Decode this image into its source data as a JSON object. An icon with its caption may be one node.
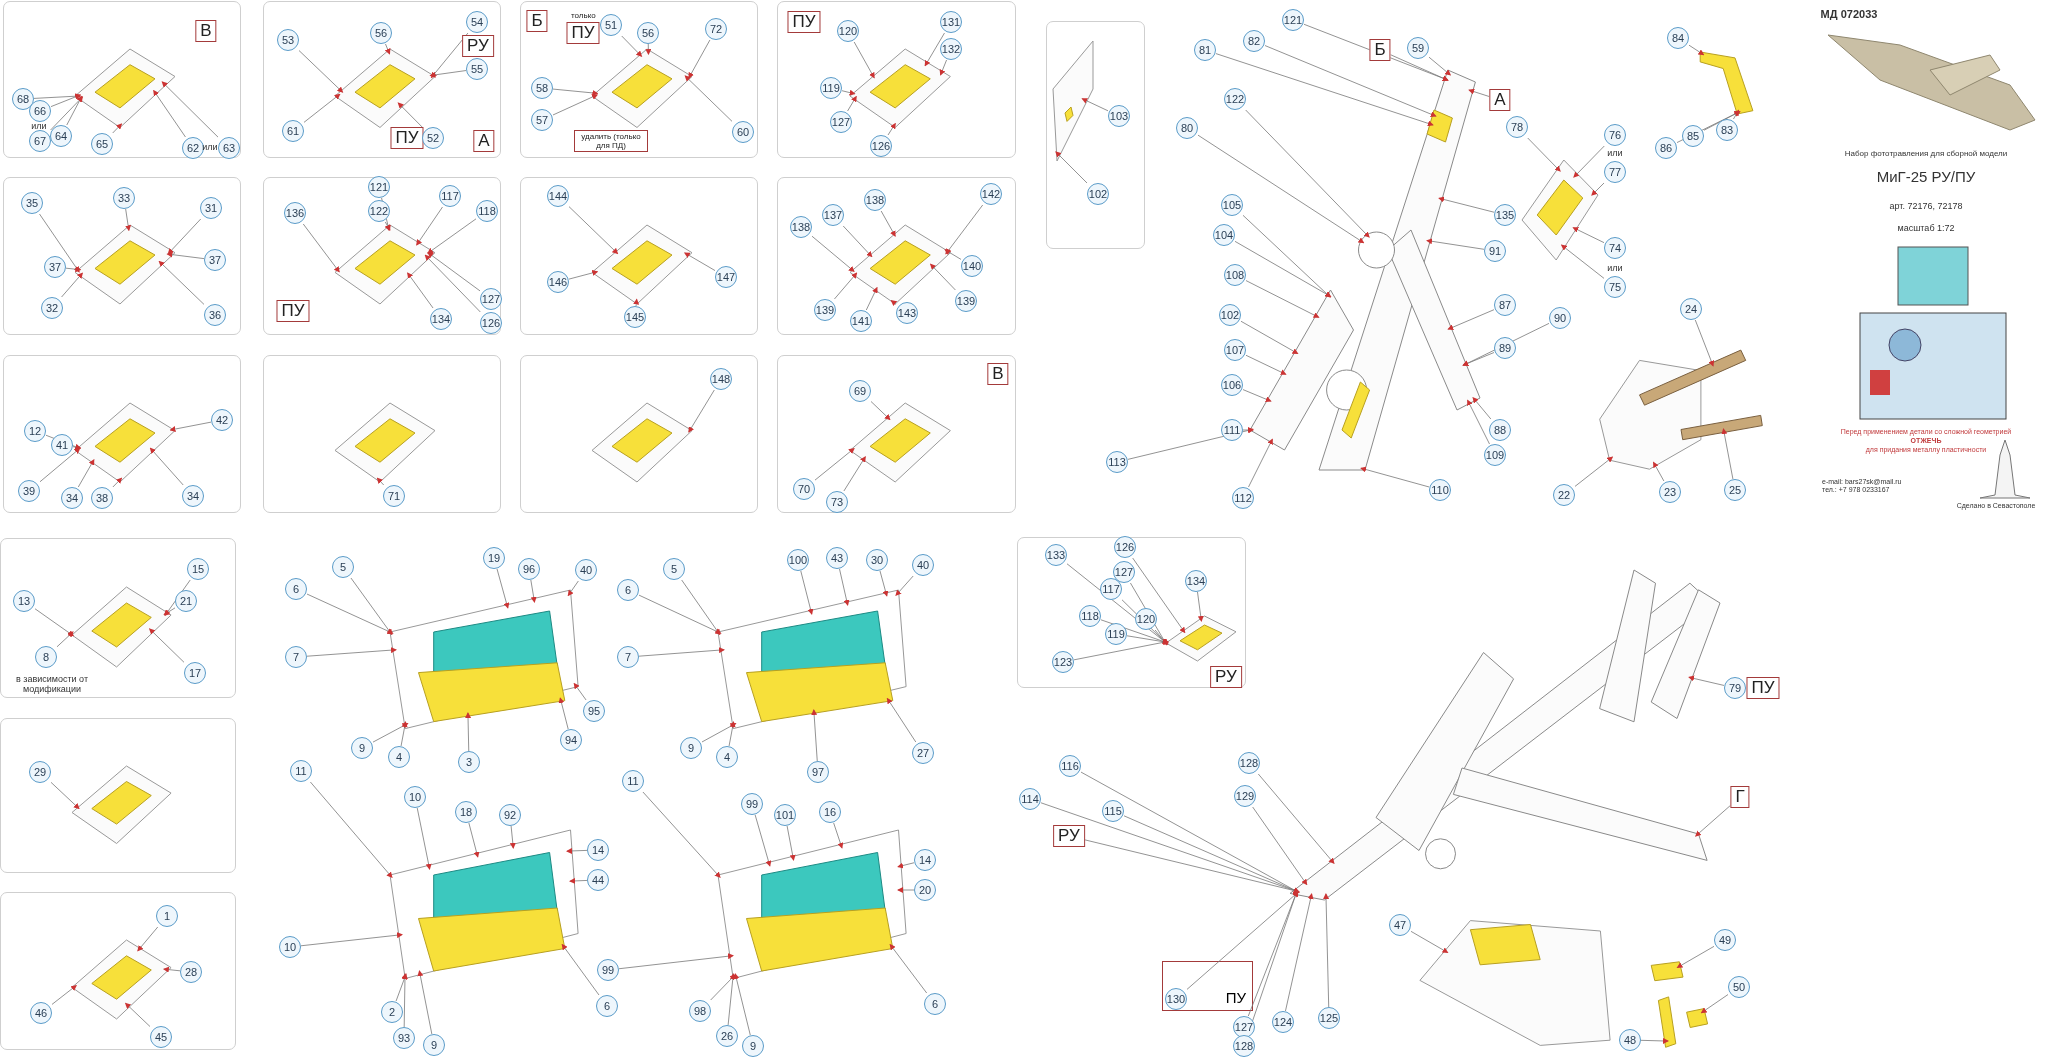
{
  "diagram": {
    "title": "МиГ-25 РУ/ПУ",
    "nodes": [
      {
        "text": [],
        "shape": "box"
      },
      {
        "text": [
          "В"
        ],
        "in": 0
      },
      {
        "text": [
          "68"
        ],
        "in": 0
      },
      {
        "text": [
          "66"
        ],
        "in": 0
      },
      {
        "text": [
          "67"
        ],
        "in": 0
      },
      {
        "text": [
          "64"
        ],
        "in": 0
      },
      {
        "text": [
          "65"
        ],
        "in": 0
      },
      {
        "text": [
          "62"
        ],
        "in": 0
      },
      {
        "text": [
          "63"
        ],
        "in": 0
      },
      {
        "text": [],
        "shape": "box"
      },
      {
        "text": [
          "53"
        ],
        "in": 9
      },
      {
        "text": [
          "56"
        ],
        "in": 9
      },
      {
        "text": [
          "54"
        ],
        "in": 9
      },
      {
        "text": [
          "РУ"
        ],
        "in": 9
      },
      {
        "text": [
          "55"
        ],
        "in": 9
      },
      {
        "text": [
          "61"
        ],
        "in": 9
      },
      {
        "text": [
          "ПУ"
        ],
        "in": 9
      },
      {
        "text": [
          "52"
        ],
        "in": 9
      },
      {
        "text": [
          "А"
        ],
        "in": 9
      },
      {
        "text": [],
        "shape": "box"
      },
      {
        "text": [
          "Б"
        ],
        "in": 19
      },
      {
        "text": [
          "ПУ"
        ],
        "beside": [
          "только"
        ],
        "in": 19
      },
      {
        "text": [
          "51"
        ],
        "in": 19
      },
      {
        "text": [
          "56"
        ],
        "in": 19
      },
      {
        "text": [
          "72"
        ],
        "in": 19
      },
      {
        "text": [
          "58"
        ],
        "in": 19
      },
      {
        "text": [
          "57"
        ],
        "in": 19
      },
      {
        "text": [
          "удалить (только для ПД)"
        ],
        "in": 19
      },
      {
        "text": [
          "60"
        ],
        "in": 19
      },
      {
        "text": [],
        "shape": "box"
      },
      {
        "text": [
          "ПУ"
        ],
        "in": 29
      },
      {
        "text": [
          "120"
        ],
        "in": 29
      },
      {
        "text": [
          "131"
        ],
        "in": 29
      },
      {
        "text": [
          "132"
        ],
        "in": 29
      },
      {
        "text": [
          "119"
        ],
        "in": 29
      },
      {
        "text": [
          "127"
        ],
        "in": 29
      },
      {
        "text": [
          "126"
        ],
        "in": 29
      },
      {
        "text": [],
        "shape": "box"
      },
      {
        "text": [
          "35"
        ],
        "in": 37
      },
      {
        "text": [
          "33"
        ],
        "in": 37
      },
      {
        "text": [
          "31"
        ],
        "in": 37
      },
      {
        "text": [
          "37"
        ],
        "in": 37
      },
      {
        "text": [
          "37"
        ],
        "in": 37
      },
      {
        "text": [
          "32"
        ],
        "in": 37
      },
      {
        "text": [
          "36"
        ],
        "in": 37
      },
      {
        "text": [],
        "shape": "box"
      },
      {
        "text": [
          "136"
        ],
        "in": 45
      },
      {
        "text": [
          "121"
        ],
        "in": 45
      },
      {
        "text": [
          "122"
        ],
        "in": 45
      },
      {
        "text": [
          "117"
        ],
        "in": 45
      },
      {
        "text": [
          "118"
        ],
        "in": 45
      },
      {
        "text": [
          "ПУ"
        ],
        "in": 45
      },
      {
        "text": [
          "134"
        ],
        "in": 45
      },
      {
        "text": [
          "127"
        ],
        "in": 45
      },
      {
        "text": [
          "126"
        ],
        "in": 45
      },
      {
        "text": [],
        "shape": "box"
      },
      {
        "text": [
          "144"
        ],
        "in": 55
      },
      {
        "text": [
          "146"
        ],
        "in": 55
      },
      {
        "text": [
          "145"
        ],
        "in": 55
      },
      {
        "text": [
          "147"
        ],
        "in": 55
      },
      {
        "text": [],
        "shape": "box"
      },
      {
        "text": [
          "138"
        ],
        "in": 60
      },
      {
        "text": [
          "137"
        ],
        "in": 60
      },
      {
        "text": [
          "138"
        ],
        "in": 60
      },
      {
        "text": [
          "142"
        ],
        "in": 60
      },
      {
        "text": [
          "140"
        ],
        "in": 60
      },
      {
        "text": [
          "139"
        ],
        "in": 60
      },
      {
        "text": [
          "139"
        ],
        "in": 60
      },
      {
        "text": [
          "141"
        ],
        "in": 60
      },
      {
        "text": [
          "143"
        ],
        "in": 60
      },
      {
        "text": [],
        "shape": "box"
      },
      {
        "text": [
          "12"
        ],
        "in": 70
      },
      {
        "text": [
          "41"
        ],
        "in": 70
      },
      {
        "text": [
          "42"
        ],
        "in": 70
      },
      {
        "text": [
          "39"
        ],
        "in": 70
      },
      {
        "text": [
          "34"
        ],
        "in": 70
      },
      {
        "text": [
          "38"
        ],
        "in": 70
      },
      {
        "text": [
          "34"
        ],
        "in": 70
      },
      {
        "text": [],
        "shape": "box"
      },
      {
        "text": [
          "71"
        ],
        "in": 78
      },
      {
        "text": [],
        "shape": "box"
      },
      {
        "text": [
          "148"
        ],
        "in": 80
      },
      {
        "text": [],
        "shape": "box"
      },
      {
        "text": [
          "В"
        ],
        "in": 82
      },
      {
        "text": [
          "69"
        ],
        "in": 82
      },
      {
        "text": [
          "70"
        ],
        "in": 82
      },
      {
        "text": [
          "73"
        ],
        "in": 82
      },
      {
        "text": [],
        "shape": "box"
      },
      {
        "text": [
          "103"
        ],
        "in": 87
      },
      {
        "text": [
          "102"
        ],
        "in": 87
      },
      {
        "text": [
          "81"
        ]
      },
      {
        "text": [
          "82"
        ]
      },
      {
        "text": [
          "80"
        ]
      },
      {
        "text": [
          "121"
        ]
      },
      {
        "text": [
          "122"
        ]
      },
      {
        "text": [
          "59"
        ]
      },
      {
        "text": [
          "Б"
        ]
      },
      {
        "text": [
          "А"
        ]
      },
      {
        "text": [
          "78"
        ]
      },
      {
        "text": [
          "76"
        ]
      },
      {
        "text": [
          "77"
        ]
      },
      {
        "text": [
          "84"
        ]
      },
      {
        "text": [
          "83"
        ]
      },
      {
        "text": [
          "85"
        ]
      },
      {
        "text": [
          "86"
        ]
      },
      {
        "text": [
          "135"
        ]
      },
      {
        "text": [
          "74"
        ]
      },
      {
        "text": [
          "75"
        ]
      },
      {
        "text": [
          "91"
        ]
      },
      {
        "text": [
          "105"
        ]
      },
      {
        "text": [
          "104"
        ]
      },
      {
        "text": [
          "108"
        ]
      },
      {
        "text": [
          "102"
        ]
      },
      {
        "text": [
          "107"
        ]
      },
      {
        "text": [
          "106"
        ]
      },
      {
        "text": [
          "87"
        ]
      },
      {
        "text": [
          "90"
        ]
      },
      {
        "text": [
          "89"
        ]
      },
      {
        "text": [
          "88"
        ]
      },
      {
        "text": [
          "110"
        ]
      },
      {
        "text": [
          "109"
        ]
      },
      {
        "text": [
          "111"
        ]
      },
      {
        "text": [
          "113"
        ]
      },
      {
        "text": [
          "112"
        ]
      },
      {
        "text": [
          "24"
        ]
      },
      {
        "text": [
          "23"
        ]
      },
      {
        "text": [
          "25"
        ]
      },
      {
        "text": [
          "22"
        ]
      },
      {
        "text": [],
        "shape": "box"
      },
      {
        "text": [
          "13"
        ],
        "in": 128
      },
      {
        "text": [
          "15"
        ],
        "in": 128
      },
      {
        "text": [
          "21"
        ],
        "in": 128
      },
      {
        "text": [
          "8"
        ],
        "in": 128
      },
      {
        "text": [
          "17"
        ],
        "in": 128
      },
      {
        "text": [],
        "shape": "box"
      },
      {
        "text": [
          "29"
        ],
        "in": 134
      },
      {
        "text": [],
        "shape": "box"
      },
      {
        "text": [
          "1"
        ],
        "in": 136
      },
      {
        "text": [
          "28"
        ],
        "in": 136
      },
      {
        "text": [
          "46"
        ],
        "in": 136
      },
      {
        "text": [
          "45"
        ],
        "in": 136
      },
      {
        "text": [
          "5"
        ]
      },
      {
        "text": [
          "6"
        ]
      },
      {
        "text": [
          "7"
        ]
      },
      {
        "text": [
          "9"
        ]
      },
      {
        "text": [
          "4"
        ]
      },
      {
        "text": [
          "3"
        ]
      },
      {
        "text": [
          "19"
        ]
      },
      {
        "text": [
          "96"
        ]
      },
      {
        "text": [
          "40"
        ]
      },
      {
        "text": [
          "95"
        ]
      },
      {
        "text": [
          "94"
        ]
      },
      {
        "text": [
          "5"
        ]
      },
      {
        "text": [
          "6"
        ]
      },
      {
        "text": [
          "7"
        ]
      },
      {
        "text": [
          "9"
        ]
      },
      {
        "text": [
          "4"
        ]
      },
      {
        "text": [
          "97"
        ]
      },
      {
        "text": [
          "100"
        ]
      },
      {
        "text": [
          "43"
        ]
      },
      {
        "text": [
          "30"
        ]
      },
      {
        "text": [
          "40"
        ]
      },
      {
        "text": [
          "27"
        ]
      },
      {
        "text": [
          "11"
        ]
      },
      {
        "text": [
          "10"
        ]
      },
      {
        "text": [
          "10"
        ]
      },
      {
        "text": [
          "18"
        ]
      },
      {
        "text": [
          "92"
        ]
      },
      {
        "text": [
          "14"
        ]
      },
      {
        "text": [
          "44"
        ]
      },
      {
        "text": [
          "2"
        ]
      },
      {
        "text": [
          "93"
        ]
      },
      {
        "text": [
          "9"
        ]
      },
      {
        "text": [
          "6"
        ]
      },
      {
        "text": [
          "11"
        ]
      },
      {
        "text": [
          "99"
        ]
      },
      {
        "text": [
          "101"
        ]
      },
      {
        "text": [
          "16"
        ]
      },
      {
        "text": [
          "14"
        ]
      },
      {
        "text": [
          "20"
        ]
      },
      {
        "text": [
          "99"
        ]
      },
      {
        "text": [
          "98"
        ]
      },
      {
        "text": [
          "26"
        ]
      },
      {
        "text": [
          "9"
        ]
      },
      {
        "text": [
          "6"
        ]
      },
      {
        "text": [],
        "shape": "box"
      },
      {
        "text": [
          "133"
        ],
        "in": 185
      },
      {
        "text": [
          "126"
        ],
        "in": 185
      },
      {
        "text": [
          "127"
        ],
        "in": 185
      },
      {
        "text": [
          "117"
        ],
        "in": 185
      },
      {
        "text": [
          "134"
        ],
        "in": 185
      },
      {
        "text": [
          "120"
        ],
        "in": 185
      },
      {
        "text": [
          "118"
        ],
        "in": 185
      },
      {
        "text": [
          "119"
        ],
        "in": 185
      },
      {
        "text": [
          "123"
        ],
        "in": 185
      },
      {
        "text": [
          "РУ"
        ],
        "in": 185
      },
      {
        "text": [
          "79"
        ]
      },
      {
        "text": [
          "ПУ"
        ]
      },
      {
        "text": [
          "Г"
        ]
      },
      {
        "text": [
          "128"
        ]
      },
      {
        "text": [
          "129"
        ]
      },
      {
        "text": [
          "116"
        ]
      },
      {
        "text": [
          "114"
        ]
      },
      {
        "text": [
          "115"
        ]
      },
      {
        "text": [
          "РУ"
        ]
      },
      {
        "text": [
          "ПУ"
        ]
      },
      {
        "text": [
          "130"
        ],
        "in": 205
      },
      {
        "text": [
          "127"
        ]
      },
      {
        "text": [
          "128"
        ]
      },
      {
        "text": [
          "124"
        ]
      },
      {
        "text": [
          "125"
        ]
      },
      {
        "text": [
          "47"
        ]
      },
      {
        "text": [
          "49"
        ]
      },
      {
        "text": [
          "50"
        ]
      },
      {
        "text": [
          "48"
        ]
      },
      {
        "text": [],
        "shape": "picture",
        "in": 0
      },
      {
        "text": [],
        "shape": "picture",
        "in": 9
      },
      {
        "text": [],
        "shape": "picture",
        "in": 19
      },
      {
        "text": [],
        "shape": "picture",
        "in": 29
      },
      {
        "text": [],
        "shape": "picture",
        "in": 37
      },
      {
        "text": [],
        "shape": "picture",
        "in": 45
      },
      {
        "text": [],
        "shape": "picture",
        "in": 55
      },
      {
        "text": [],
        "shape": "picture",
        "in": 60
      },
      {
        "text": [],
        "shape": "picture",
        "in": 70
      },
      {
        "text": [],
        "shape": "picture",
        "in": 78
      },
      {
        "text": [],
        "shape": "picture",
        "in": 80
      },
      {
        "text": [],
        "shape": "picture",
        "in": 82
      },
      {
        "text": [],
        "shape": "picture",
        "in": 87
      },
      {
        "text": [],
        "shape": "picture"
      },
      {
        "text": [],
        "shape": "picture"
      },
      {
        "text": [],
        "shape": "picture"
      },
      {
        "text": [],
        "shape": "picture"
      },
      {
        "text": [],
        "shape": "picture",
        "in": 128
      },
      {
        "text": [],
        "shape": "picture",
        "in": 134
      },
      {
        "text": [],
        "shape": "picture",
        "in": 136
      },
      {
        "text": [],
        "shape": "picture"
      },
      {
        "text": [],
        "shape": "picture"
      },
      {
        "text": [],
        "shape": "picture"
      },
      {
        "text": [],
        "shape": "picture"
      },
      {
        "text": [],
        "shape": "picture",
        "in": 185
      },
      {
        "text": [],
        "shape": "picture"
      },
      {
        "text": [],
        "shape": "picture"
      },
      {
        "text": [],
        "shape": "picture"
      }
    ],
    "edges": [
      {
        "from": 2,
        "to": 215,
        "arrow": "to"
      },
      {
        "from": 3,
        "to": 215,
        "arrow": "to"
      },
      {
        "from": 4,
        "to": 215,
        "arrow": "to"
      },
      {
        "from": 5,
        "to": 215,
        "arrow": "to"
      },
      {
        "from": 6,
        "to": 215,
        "arrow": "to"
      },
      {
        "from": 7,
        "to": 215,
        "arrow": "to"
      },
      {
        "from": 8,
        "to": 215,
        "arrow": "to"
      },
      {
        "from": 10,
        "to": 216,
        "arrow": "to"
      },
      {
        "from": 11,
        "to": 216,
        "arrow": "to"
      },
      {
        "from": 12,
        "to": 216,
        "arrow": "to"
      },
      {
        "from": 14,
        "to": 216,
        "arrow": "to"
      },
      {
        "from": 15,
        "to": 216,
        "arrow": "to"
      },
      {
        "from": 17,
        "to": 216,
        "arrow": "to"
      },
      {
        "from": 22,
        "to": 217,
        "arrow": "to"
      },
      {
        "from": 23,
        "to": 217,
        "arrow": "to"
      },
      {
        "from": 24,
        "to": 217,
        "arrow": "to"
      },
      {
        "from": 25,
        "to": 217,
        "arrow": "to"
      },
      {
        "from": 26,
        "to": 217,
        "arrow": "to"
      },
      {
        "from": 28,
        "to": 217,
        "arrow": "to"
      },
      {
        "from": 31,
        "to": 218,
        "arrow": "to"
      },
      {
        "from": 32,
        "to": 218,
        "arrow": "to"
      },
      {
        "from": 33,
        "to": 218,
        "arrow": "to"
      },
      {
        "from": 34,
        "to": 218,
        "arrow": "to"
      },
      {
        "from": 35,
        "to": 218,
        "arrow": "to"
      },
      {
        "from": 36,
        "to": 218,
        "arrow": "to"
      },
      {
        "from": 38,
        "to": 219,
        "arrow": "to"
      },
      {
        "from": 39,
        "to": 219,
        "arrow": "to"
      },
      {
        "from": 40,
        "to": 219,
        "arrow": "to"
      },
      {
        "from": 41,
        "to": 219,
        "arrow": "to"
      },
      {
        "from": 42,
        "to": 219,
        "arrow": "to"
      },
      {
        "from": 43,
        "to": 219,
        "arrow": "to"
      },
      {
        "from": 44,
        "to": 219,
        "arrow": "to"
      },
      {
        "from": 46,
        "to": 220,
        "arrow": "to"
      },
      {
        "from": 47,
        "to": 220,
        "arrow": "to"
      },
      {
        "from": 48,
        "to": 220,
        "arrow": "to"
      },
      {
        "from": 49,
        "to": 220,
        "arrow": "to"
      },
      {
        "from": 50,
        "to": 220,
        "arrow": "to"
      },
      {
        "from": 52,
        "to": 220,
        "arrow": "to"
      },
      {
        "from": 53,
        "to": 220,
        "arrow": "to"
      },
      {
        "from": 54,
        "to": 220,
        "arrow": "to"
      },
      {
        "from": 56,
        "to": 221,
        "arrow": "to"
      },
      {
        "from": 57,
        "to": 221,
        "arrow": "to"
      },
      {
        "from": 58,
        "to": 221,
        "arrow": "to"
      },
      {
        "from": 59,
        "to": 221,
        "arrow": "to"
      },
      {
        "from": 61,
        "to": 222,
        "arrow": "to"
      },
      {
        "from": 62,
        "to": 222,
        "arrow": "to"
      },
      {
        "from": 63,
        "to": 222,
        "arrow": "to"
      },
      {
        "from": 64,
        "to": 222,
        "arrow": "to"
      },
      {
        "from": 65,
        "to": 222,
        "arrow": "to"
      },
      {
        "from": 66,
        "to": 222,
        "arrow": "to"
      },
      {
        "from": 67,
        "to": 222,
        "arrow": "to"
      },
      {
        "from": 68,
        "to": 222,
        "arrow": "to"
      },
      {
        "from": 69,
        "to": 222,
        "arrow": "to"
      },
      {
        "from": 71,
        "to": 223,
        "arrow": "to"
      },
      {
        "from": 72,
        "to": 223,
        "arrow": "to"
      },
      {
        "from": 73,
        "to": 223,
        "arrow": "to"
      },
      {
        "from": 74,
        "to": 223,
        "arrow": "to"
      },
      {
        "from": 75,
        "to": 223,
        "arrow": "to"
      },
      {
        "from": 76,
        "to": 223,
        "arrow": "to"
      },
      {
        "from": 77,
        "to": 223,
        "arrow": "to"
      },
      {
        "from": 79,
        "to": 224,
        "arrow": "to"
      },
      {
        "from": 81,
        "to": 225,
        "arrow": "to"
      },
      {
        "from": 84,
        "to": 226,
        "arrow": "to"
      },
      {
        "from": 85,
        "to": 226,
        "arrow": "to"
      },
      {
        "from": 86,
        "to": 226,
        "arrow": "to"
      },
      {
        "from": 88,
        "to": 227,
        "arrow": "to"
      },
      {
        "from": 89,
        "to": 227,
        "arrow": "to"
      },
      {
        "from": 90,
        "to": 228,
        "arrow": "to"
      },
      {
        "from": 91,
        "to": 228,
        "arrow": "to"
      },
      {
        "from": 92,
        "to": 228,
        "arrow": "to"
      },
      {
        "from": 93,
        "to": 228,
        "arrow": "to"
      },
      {
        "from": 94,
        "to": 228,
        "arrow": "to"
      },
      {
        "from": 95,
        "to": 228,
        "arrow": "to"
      },
      {
        "from": 96,
        "to": 228,
        "arrow": "to"
      },
      {
        "from": 97,
        "to": 228,
        "arrow": "to"
      },
      {
        "from": 98,
        "to": 230,
        "arrow": "to"
      },
      {
        "from": 99,
        "to": 230,
        "arrow": "to"
      },
      {
        "from": 100,
        "to": 230,
        "arrow": "to"
      },
      {
        "from": 101,
        "to": 229,
        "arrow": "to"
      },
      {
        "from": 102,
        "to": 229,
        "arrow": "to"
      },
      {
        "from": 103,
        "to": 229,
        "arrow": "to"
      },
      {
        "from": 104,
        "to": 229,
        "arrow": "to"
      },
      {
        "from": 105,
        "to": 228,
        "arrow": "to"
      },
      {
        "from": 106,
        "to": 230,
        "arrow": "to"
      },
      {
        "from": 107,
        "to": 230,
        "arrow": "to"
      },
      {
        "from": 108,
        "to": 228,
        "arrow": "to"
      },
      {
        "from": 109,
        "to": 228,
        "arrow": "to"
      },
      {
        "from": 110,
        "to": 228,
        "arrow": "to"
      },
      {
        "from": 111,
        "to": 228,
        "arrow": "to"
      },
      {
        "from": 112,
        "to": 228,
        "arrow": "to"
      },
      {
        "from": 113,
        "to": 228,
        "arrow": "to"
      },
      {
        "from": 114,
        "to": 228,
        "arrow": "to"
      },
      {
        "from": 115,
        "to": 228,
        "arrow": "to"
      },
      {
        "from": 116,
        "to": 228,
        "arrow": "to"
      },
      {
        "from": 117,
        "to": 228,
        "arrow": "to"
      },
      {
        "from": 118,
        "to": 228,
        "arrow": "to"
      },
      {
        "from": 119,
        "to": 228,
        "arrow": "to"
      },
      {
        "from": 120,
        "to": 228,
        "arrow": "to"
      },
      {
        "from": 121,
        "to": 228,
        "arrow": "to"
      },
      {
        "from": 122,
        "to": 228,
        "arrow": "to"
      },
      {
        "from": 123,
        "to": 228,
        "arrow": "to"
      },
      {
        "from": 124,
        "to": 231,
        "arrow": "to"
      },
      {
        "from": 125,
        "to": 231,
        "arrow": "to"
      },
      {
        "from": 126,
        "to": 231,
        "arrow": "to"
      },
      {
        "from": 127,
        "to": 231,
        "arrow": "to"
      },
      {
        "from": 129,
        "to": 232,
        "arrow": "to"
      },
      {
        "from": 130,
        "to": 232,
        "arrow": "to"
      },
      {
        "from": 131,
        "to": 232,
        "arrow": "to"
      },
      {
        "from": 132,
        "to": 232,
        "arrow": "to"
      },
      {
        "from": 133,
        "to": 232,
        "arrow": "to"
      },
      {
        "from": 135,
        "to": 233,
        "arrow": "to"
      },
      {
        "from": 137,
        "to": 234,
        "arrow": "to"
      },
      {
        "from": 138,
        "to": 234,
        "arrow": "to"
      },
      {
        "from": 139,
        "to": 234,
        "arrow": "to"
      },
      {
        "from": 140,
        "to": 234,
        "arrow": "to"
      },
      {
        "from": 141,
        "to": 235,
        "arrow": "to"
      },
      {
        "from": 142,
        "to": 235,
        "arrow": "to"
      },
      {
        "from": 143,
        "to": 235,
        "arrow": "to"
      },
      {
        "from": 144,
        "to": 235,
        "arrow": "to"
      },
      {
        "from": 145,
        "to": 235,
        "arrow": "to"
      },
      {
        "from": 146,
        "to": 235,
        "arrow": "to"
      },
      {
        "from": 147,
        "to": 235,
        "arrow": "to"
      },
      {
        "from": 148,
        "to": 235,
        "arrow": "to"
      },
      {
        "from": 149,
        "to": 235,
        "arrow": "to"
      },
      {
        "from": 150,
        "to": 235,
        "arrow": "to"
      },
      {
        "from": 151,
        "to": 235,
        "arrow": "to"
      },
      {
        "from": 152,
        "to": 236,
        "arrow": "to"
      },
      {
        "from": 153,
        "to": 236,
        "arrow": "to"
      },
      {
        "from": 154,
        "to": 236,
        "arrow": "to"
      },
      {
        "from": 155,
        "to": 236,
        "arrow": "to"
      },
      {
        "from": 156,
        "to": 236,
        "arrow": "to"
      },
      {
        "from": 157,
        "to": 236,
        "arrow": "to"
      },
      {
        "from": 158,
        "to": 236,
        "arrow": "to"
      },
      {
        "from": 159,
        "to": 236,
        "arrow": "to"
      },
      {
        "from": 160,
        "to": 236,
        "arrow": "to"
      },
      {
        "from": 161,
        "to": 236,
        "arrow": "to"
      },
      {
        "from": 162,
        "to": 236,
        "arrow": "to"
      },
      {
        "from": 163,
        "to": 237,
        "arrow": "to"
      },
      {
        "from": 164,
        "to": 237,
        "arrow": "to"
      },
      {
        "from": 165,
        "to": 237,
        "arrow": "to"
      },
      {
        "from": 166,
        "to": 237,
        "arrow": "to"
      },
      {
        "from": 167,
        "to": 237,
        "arrow": "to"
      },
      {
        "from": 168,
        "to": 237,
        "arrow": "to"
      },
      {
        "from": 169,
        "to": 237,
        "arrow": "to"
      },
      {
        "from": 170,
        "to": 237,
        "arrow": "to"
      },
      {
        "from": 171,
        "to": 237,
        "arrow": "to"
      },
      {
        "from": 172,
        "to": 237,
        "arrow": "to"
      },
      {
        "from": 173,
        "to": 237,
        "arrow": "to"
      },
      {
        "from": 174,
        "to": 238,
        "arrow": "to"
      },
      {
        "from": 175,
        "to": 238,
        "arrow": "to"
      },
      {
        "from": 176,
        "to": 238,
        "arrow": "to"
      },
      {
        "from": 177,
        "to": 238,
        "arrow": "to"
      },
      {
        "from": 178,
        "to": 238,
        "arrow": "to"
      },
      {
        "from": 179,
        "to": 238,
        "arrow": "to"
      },
      {
        "from": 180,
        "to": 238,
        "arrow": "to"
      },
      {
        "from": 181,
        "to": 238,
        "arrow": "to"
      },
      {
        "from": 182,
        "to": 238,
        "arrow": "to"
      },
      {
        "from": 183,
        "to": 238,
        "arrow": "to"
      },
      {
        "from": 184,
        "to": 238,
        "arrow": "to"
      },
      {
        "from": 186,
        "to": 239,
        "arrow": "to"
      },
      {
        "from": 187,
        "to": 239,
        "arrow": "to"
      },
      {
        "from": 188,
        "to": 239,
        "arrow": "to"
      },
      {
        "from": 189,
        "to": 239,
        "arrow": "to"
      },
      {
        "from": 190,
        "to": 239,
        "arrow": "to"
      },
      {
        "from": 191,
        "to": 239,
        "arrow": "to"
      },
      {
        "from": 192,
        "to": 239,
        "arrow": "to"
      },
      {
        "from": 193,
        "to": 239,
        "arrow": "to"
      },
      {
        "from": 194,
        "to": 239,
        "arrow": "to"
      },
      {
        "from": 196,
        "to": 240,
        "arrow": "to"
      },
      {
        "from": 198,
        "to": 240,
        "arrow": "to"
      },
      {
        "from": 199,
        "to": 240,
        "arrow": "to"
      },
      {
        "from": 200,
        "to": 240,
        "arrow": "to"
      },
      {
        "from": 201,
        "to": 240,
        "arrow": "to"
      },
      {
        "from": 202,
        "to": 240,
        "arrow": "to"
      },
      {
        "from": 203,
        "to": 240,
        "arrow": "to"
      },
      {
        "from": 204,
        "to": 240,
        "arrow": "to"
      },
      {
        "from": 206,
        "to": 240,
        "arrow": "to"
      },
      {
        "from": 207,
        "to": 240,
        "arrow": "to"
      },
      {
        "from": 208,
        "to": 240,
        "arrow": "to"
      },
      {
        "from": 209,
        "to": 240,
        "arrow": "to"
      },
      {
        "from": 210,
        "to": 240,
        "arrow": "to"
      },
      {
        "from": 211,
        "to": 241,
        "arrow": "to"
      },
      {
        "from": 212,
        "to": 242,
        "arrow": "to"
      },
      {
        "from": 213,
        "to": 242,
        "arrow": "to"
      },
      {
        "from": 214,
        "to": 242,
        "arrow": "to"
      }
    ],
    "labels": [
      "или",
      "или",
      "или",
      "или",
      "в зависимости от модификации",
      "МД 072033",
      "Набор фототравления для сборной модели",
      "арт. 72176, 72178",
      "масштаб 1:72",
      "Перед применением детали со сложной геометрией",
      "ОТЖЕЧЬ",
      "для придания металлу пластичности",
      "e-mail: bars27sk@mail.ru",
      "тел.: +7 978 0233167",
      "Сделано в Севастополе"
    ]
  }
}
